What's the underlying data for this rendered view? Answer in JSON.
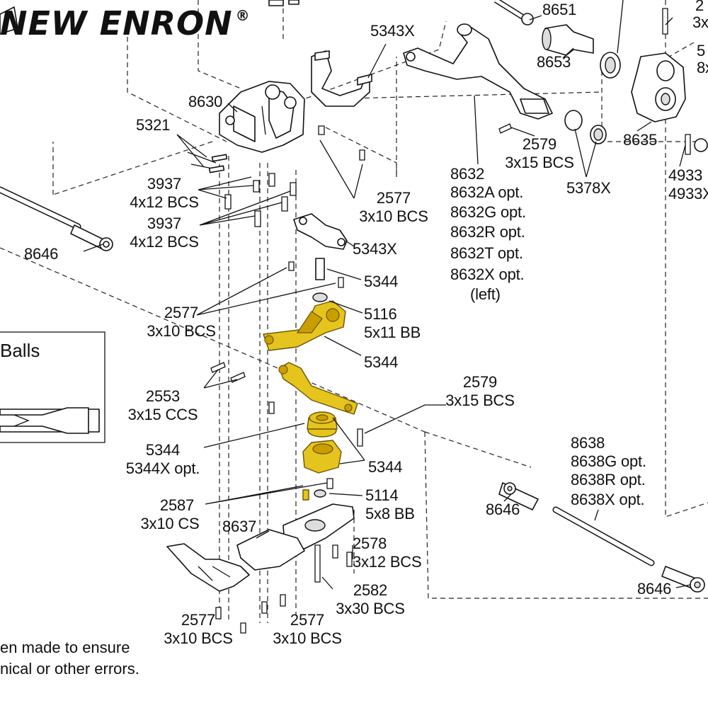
{
  "brand": {
    "name": "NEW ENRON",
    "mark": "®"
  },
  "inset": {
    "title": "Balls"
  },
  "disclaimer": {
    "line1": "en made to ensure",
    "line2": "nical or other errors."
  },
  "colors": {
    "highlight": "#e6c41e",
    "line": "#111111",
    "background": "#ffffff"
  },
  "labels": {
    "p8651": "8651",
    "p8653": "8653",
    "p5343x_top": "5343X",
    "p8630": "8630",
    "p5321": "5321",
    "p3937_a": "3937",
    "p3937_a_sub": "4x12 BCS",
    "p3937_b": "3937",
    "p3937_b_sub": "4x12 BCS",
    "p2577_a": "2577",
    "p2577_a_sub": "3x10 BCS",
    "p8646_left": "8646",
    "p5343x_mid": "5343X",
    "p5344_a": "5344",
    "p2577_b": "2577",
    "p2577_b_sub": "3x10 BCS",
    "p5116": "5116",
    "p5116_sub": "5x11 BB",
    "p5344_b": "5344",
    "p2553": "2553",
    "p2553_sub": "3x15 CCS",
    "p2579_b": "2579",
    "p2579_b_sub": "3x15 BCS",
    "p5344_c": "5344",
    "p5344_c_sub": "5344X opt.",
    "p5344_d": "5344",
    "p2587": "2587",
    "p2587_sub": "3x10 CS",
    "p5114": "5114",
    "p5114_sub": "5x8 BB",
    "p8637": "8637",
    "p2578": "2578",
    "p2578_sub": "3x12 BCS",
    "p2582": "2582",
    "p2582_sub": "3x30 BCS",
    "p2577_c": "2577",
    "p2577_c_sub": "3x10 BCS",
    "p2577_d": "2577",
    "p2577_d_sub": "3x10 BCS",
    "p2579_a": "2579",
    "p2579_a_sub": "3x15 BCS",
    "p5378x": "5378X",
    "p8635": "8635",
    "p4933": "4933",
    "p4933x": "4933X",
    "p8632": "8632",
    "p8632a": "8632A opt.",
    "p8632g": "8632G opt.",
    "p8632r": "8632R opt.",
    "p8632t": "8632T opt.",
    "p8632x": "8632X opt.",
    "p8632_left": "(left)",
    "p8638": "8638",
    "p8638g": "8638G opt.",
    "p8638r": "8638R opt.",
    "p8638x": "8638X opt.",
    "p8646_mid": "8646",
    "p8646_right": "8646",
    "p_tr1": "3x",
    "p_tr2a": "5",
    "p_tr2b": "8x",
    "p_tr_top": "2"
  }
}
